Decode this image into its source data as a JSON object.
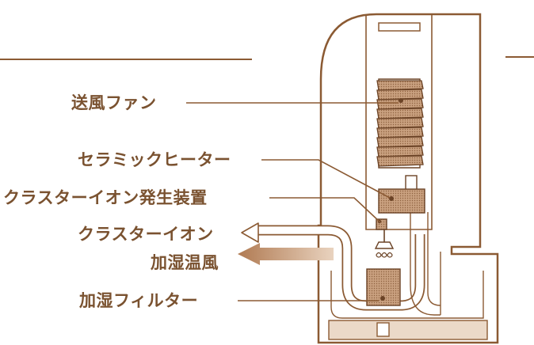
{
  "labels": {
    "fan": "送風ファン",
    "heater": "セラミックヒーター",
    "ion_generator": "クラスターイオン発生装置",
    "cluster_ion": "クラスターイオン",
    "warm_air": "加湿温風",
    "filter": "加湿フィルター"
  },
  "colors": {
    "line": "#8b5a33",
    "text": "#7a5230",
    "component_fill": "#c9a07f",
    "component_stroke": "#6b4326",
    "duct_fill": "#ffffff",
    "arrow_fill": "#f4e9df",
    "tray_fill": "#ebd9c8"
  }
}
